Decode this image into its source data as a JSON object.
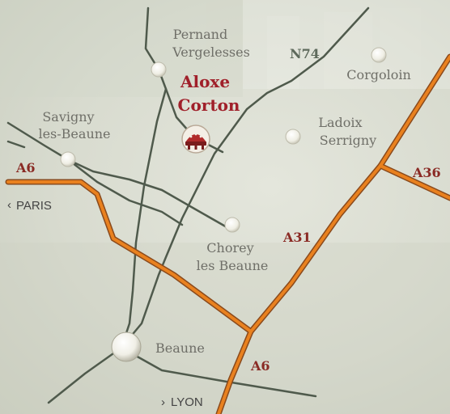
{
  "map": {
    "towns": {
      "pernand": [
        "Pernand",
        "Vergelesses"
      ],
      "aloxe": [
        "Aloxe",
        "Corton"
      ],
      "corgoloin": "Corgoloin",
      "savigny": [
        "Savigny",
        "les-Beaune"
      ],
      "ladoix": [
        "Ladoix",
        "Serrigny"
      ],
      "chorey": [
        "Chorey",
        "les Beaune"
      ],
      "beaune": "Beaune"
    },
    "roads": {
      "n74": "N74",
      "a6_west": "A6",
      "a6_south": "A6",
      "a31": "A31",
      "a36": "A36"
    },
    "directions": {
      "paris": "PARIS",
      "lyon": "LYON"
    },
    "markers": {
      "highlight": "wine-press-marker"
    },
    "colors": {
      "highway": "#e9811f",
      "highway_edge": "#8a4a1c",
      "minor_road": "#4f5a4c",
      "highlight_text": "#a0202a",
      "town_text": "#6f6f68",
      "road_label": "#8a2a24",
      "background": "#d8dbcf"
    }
  }
}
